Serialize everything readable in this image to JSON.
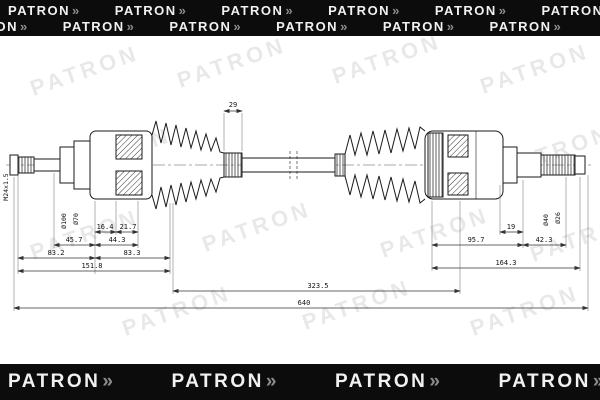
{
  "brand": "PATRON",
  "logo_arrow": "»",
  "watermark": "PATRON",
  "dims": {
    "w29": "29",
    "thread": "M24x1.5",
    "dia100": "Ø100",
    "dia70": "Ø70",
    "dia40": "Ø40",
    "dia26": "Ø26",
    "l164": "16.4",
    "l217": "21.7",
    "l457": "45.7",
    "l443": "44.3",
    "l832": "83.2",
    "l833": "83.3",
    "l1518": "151.8",
    "r19": "19",
    "r957": "95.7",
    "r423": "42.3",
    "r1643": "164.3",
    "total3235": "323.5",
    "total640": "640"
  }
}
